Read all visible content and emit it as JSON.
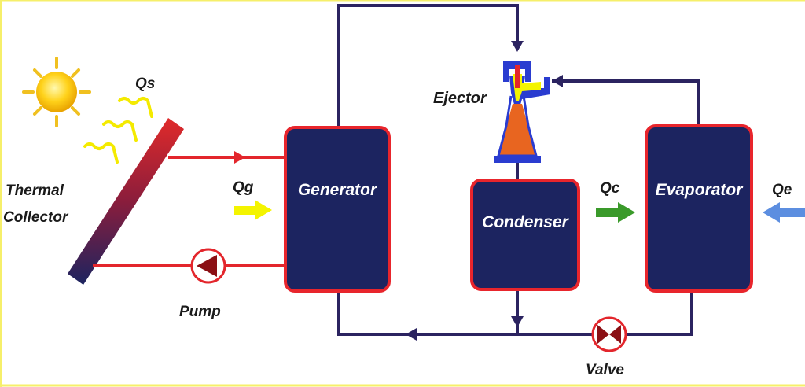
{
  "labels": {
    "qs": "Qs",
    "thermal": "Thermal",
    "collector": "Collector",
    "qg": "Qg",
    "generator": "Generator",
    "ejector": "Ejector",
    "condenser": "Condenser",
    "qc": "Qc",
    "evaporator": "Evaporator",
    "qe": "Qe",
    "pump": "Pump",
    "valve": "Valve"
  },
  "icons": {
    "sun": "sun-icon",
    "heat_waves": "heat-waves-icon",
    "pump": "pump-icon",
    "valve": "valve-icon",
    "ejector": "ejector-icon"
  },
  "colors": {
    "box_fill": "#1c2460",
    "box_border": "#e8252c",
    "pipe_dark": "#2b2360",
    "pipe_red": "#e3262c",
    "arrow_qg": "#f4f400",
    "arrow_qc": "#3a9a2a",
    "arrow_qe": "#5c8ee0",
    "border_yellow": "#f6ef6a"
  }
}
